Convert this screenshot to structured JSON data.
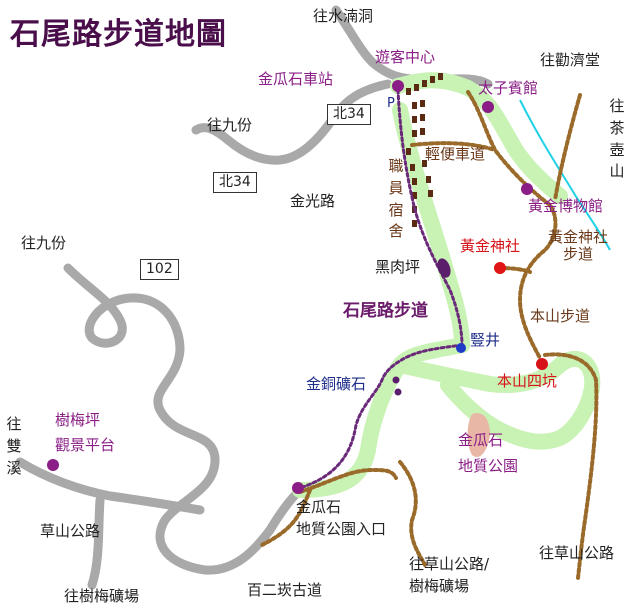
{
  "title": "石尾路步道地圖",
  "trail_name": "石尾路步道",
  "route_shields": {
    "north34_upper": "北34",
    "north34_left": "北34",
    "r102": "102"
  },
  "colors": {
    "road": "#a9a9a9",
    "trail_glow": "#c9f2b5",
    "purple_trail": "#6a2a7a",
    "brown_trail": "#9a6a2a",
    "stream": "#1fd1e6",
    "poi_purple": "#8a1e86",
    "poi_red": "#e01515",
    "poi_blue": "#1e3cc8",
    "geopark_fill": "#e9b7a6"
  },
  "labels": {
    "to_shuinandong": "往水湳洞",
    "visitor_center": "遊客中心",
    "jinguashi_station": "金瓜石車站",
    "parking": "P",
    "to_qinjitang": "往勸濟堂",
    "taizi_guesthouse": "太子賓館",
    "to_jiufen_upper": "往九份",
    "to_chahushan": "往茶壺山",
    "light_rail": "輕便車道",
    "staff_dorm": "職員宿舍",
    "gold_museum": "黃金博物館",
    "jinguang_road": "金光路",
    "gold_shrine_trail": "黃金神社步道",
    "to_jiufen_left": "往九份",
    "heirouping": "黑肉坪",
    "gold_shrine": "黃金神社",
    "benshan_trail": "本山步道",
    "shujing": "豎井",
    "copper_ore": "金銅礦石",
    "benshan_fourth_adit": "本山四坑",
    "shumeiping_1": "樹梅坪",
    "shumeiping_2": "觀景平台",
    "to_shuangxi": "往雙溪",
    "geopark_1": "金瓜石",
    "geopark_2": "地質公園",
    "geopark_entrance_1": "金瓜石",
    "geopark_entrance_2": "地質公園入口",
    "caoshan_road": "草山公路",
    "to_caoshan_shumei_1": "往草山公路/",
    "to_caoshan_shumei_2": "樹梅礦場",
    "to_shumei_mine": "往樹梅礦場",
    "baierjian": "百二崁古道",
    "to_caoshan_road": "往草山公路"
  }
}
